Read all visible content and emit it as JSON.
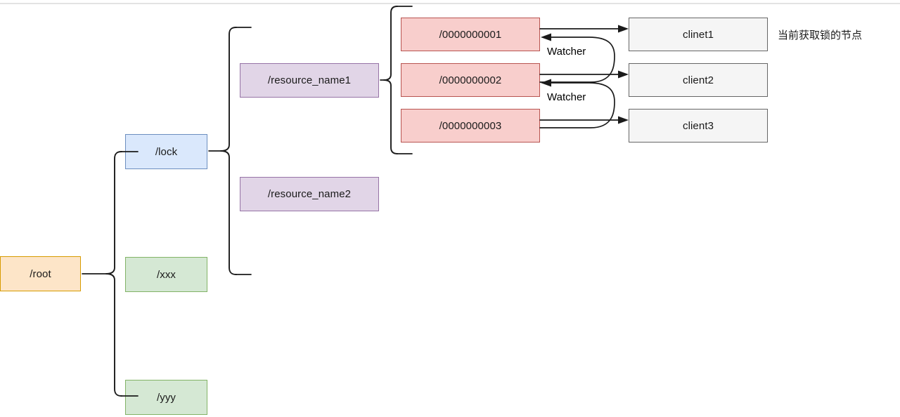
{
  "diagram": {
    "title": "ZooKeeper distributed lock node tree",
    "colors": {
      "root_fill": "#fde5c8",
      "root_stroke": "#d79b00",
      "lock_fill": "#dae8fc",
      "lock_stroke": "#6c8ebf",
      "green_fill": "#d5e8d4",
      "green_stroke": "#82b366",
      "purple_fill": "#e1d5e7",
      "purple_stroke": "#9673a6",
      "seq_fill": "#f8cecc",
      "seq_stroke": "#b85450",
      "client_fill": "#f5f5f5",
      "client_stroke": "#666666",
      "line": "#1a1a1a"
    },
    "nodes": {
      "root": "/root",
      "lock": "/lock",
      "xxx": "/xxx",
      "yyy": "/yyy",
      "resource1": "/resource_name1",
      "resource2": "/resource_name2",
      "seq1": "/0000000001",
      "seq2": "/0000000002",
      "seq3": "/0000000003",
      "client1": "clinet1",
      "client2": "client2",
      "client3": "client3"
    },
    "labels": {
      "watcher1": "Watcher",
      "watcher2": "Watcher",
      "annotation": "当前获取锁的节点"
    }
  }
}
